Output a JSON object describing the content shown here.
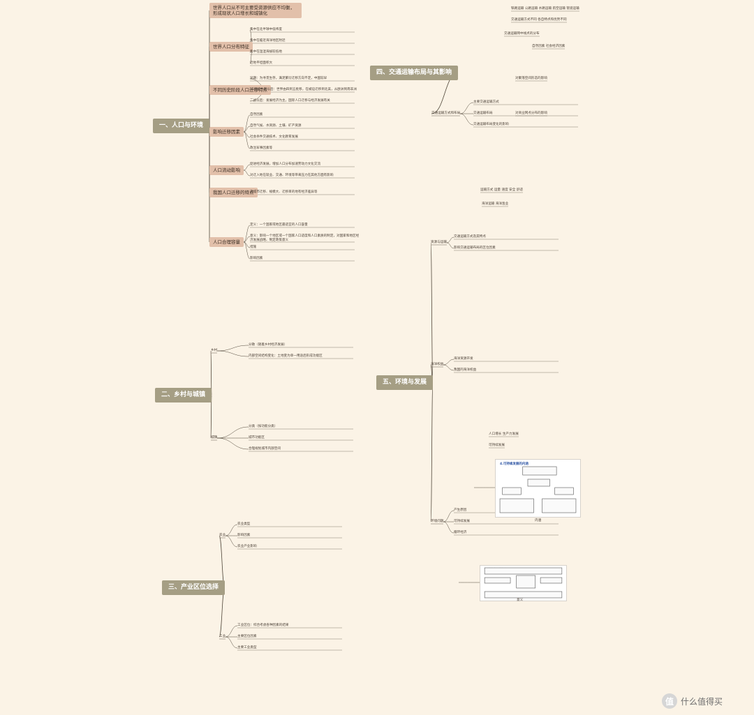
{
  "mindmap": {
    "sections": [
      {
        "label": "一、人口与环境",
        "branches": [
          {
            "label": "世界人口从不可主要受资源供应不均衡，形成现状人口增长和城镇化",
            "items": []
          },
          {
            "label": "世界人口分布特征",
            "items": [
              "集中在北半球中低纬度",
              "集中在临近海洋地区附近",
              "集中在温湿海拔较低地",
              "近地平坦面积大"
            ]
          },
          {
            "label": "不同历史阶段人口迁移特点",
            "items": [
              "早期：为寻觅生存，满足繁衍迁移方向不定，中国较早",
              "15世纪中期以后：世界由四到五批移，在被迫迁移到北美，从欧洲到南非洲",
              "二战以后：发展经济为主，国际人口迁移与经济发展有关"
            ]
          },
          {
            "label": "影响迁移因素",
            "items": [
              "自然因素",
              "自然气候、水资源、土壤、矿产资源",
              "社会条件交通技术、文化教育发展",
              "政治军事因素等"
            ]
          },
          {
            "label": "人口流动影响",
            "items": [
              "促进经济发展，增加人口分布加速劳动力文化交流",
              "对迁入地在就业、交通、环境等带来压力在其他方面有影响"
            ]
          },
          {
            "label": "我国人口迁移的特点",
            "items": [
              "向城市迁移、规模大、迁移目的地有经济差异等"
            ]
          },
          {
            "label": "人口合理容量",
            "items": [
              "定义：一个国家或地区最适宜的人口容量",
              "意义：影响一个地区或一个国家人口适度和人口素质的制定，对国家和地区经济发展战略、制定政策意义",
              "措施",
              "影响因素"
            ]
          }
        ]
      },
      {
        "label": "二、乡村与城镇",
        "branches": [
          {
            "label": "乡村",
            "items": [
              "分散（随着乡村经济发展）",
              "内部空间结构变化：土地变为单一用途后形成功能区"
            ]
          },
          {
            "label": "城镇",
            "items": [
              "分类（按功能分类）",
              "城市功能区",
              "合理规划城市内部空间"
            ]
          }
        ]
      },
      {
        "label": "三、产业区位选择",
        "branches": [
          {
            "label": "农业",
            "items": [
              "农业类型",
              "影响因素",
              "农业产业影响"
            ]
          },
          {
            "label": "工业",
            "items": [
              "工业区位：综合考虑各种因素的结果",
              "主要区位因素",
              "主要工业类型"
            ]
          }
        ]
      },
      {
        "label": "四、交通运输布局与其影响",
        "branches": [
          {
            "label": "交通运输方式和布局",
            "items": [
              "主要交通运输方式",
              "交通运输布局",
              "交通运输布局变化的影响"
            ]
          }
        ]
      },
      {
        "label": "五、环境与发展",
        "branches": [
          {
            "label": "资源与运输",
            "items": [
              "交通运输方式及其特点",
              "影响交通运输布局的区位因素"
            ]
          },
          {
            "label": "海洋权益",
            "items": [
              "海洋资源开发",
              "我国的海洋权益"
            ]
          },
          {
            "label": "环境问题",
            "items": [
              "产生原因",
              "可持续发展",
              "循环经济"
            ]
          }
        ]
      }
    ],
    "right_texts": [
      "铁路运输 公路运输 水路运输 航空运输 管道运输",
      "交通运输方式不同 各自特点和优势不同",
      "交通运输网中线点的分布",
      "自然因素 社会经济因素",
      "对聚落空间形态的影响",
      "对商业网点分布的影响",
      "运输方式 运量 速度 安全 舒适",
      "海洋运输 海洋渔业",
      "人口增长 生产力发展",
      "可持续发展"
    ],
    "images": [
      {
        "caption": "内涵",
        "title": "4.可持续发展的内涵"
      },
      {
        "caption": "意义",
        "title": "环境友好型社会"
      }
    ],
    "watermark": "什么值得买"
  }
}
